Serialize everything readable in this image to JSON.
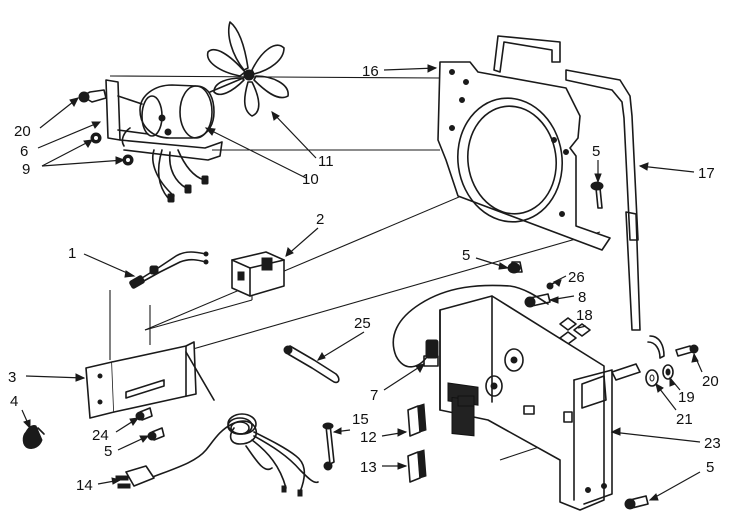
{
  "callouts": [
    {
      "id": "c20a",
      "text": "20"
    },
    {
      "id": "c6",
      "text": "6"
    },
    {
      "id": "c9",
      "text": "9"
    },
    {
      "id": "c10",
      "text": "10"
    },
    {
      "id": "c11",
      "text": "11"
    },
    {
      "id": "c16",
      "text": "16"
    },
    {
      "id": "c17",
      "text": "17"
    },
    {
      "id": "c5a",
      "text": "5"
    },
    {
      "id": "c5b",
      "text": "5"
    },
    {
      "id": "c26",
      "text": "26"
    },
    {
      "id": "c8",
      "text": "8"
    },
    {
      "id": "c18",
      "text": "18"
    },
    {
      "id": "c2",
      "text": "2"
    },
    {
      "id": "c1",
      "text": "1"
    },
    {
      "id": "c25",
      "text": "25"
    },
    {
      "id": "c3",
      "text": "3"
    },
    {
      "id": "c4",
      "text": "4"
    },
    {
      "id": "c24",
      "text": "24"
    },
    {
      "id": "c5c",
      "text": "5"
    },
    {
      "id": "c15",
      "text": "15"
    },
    {
      "id": "c12",
      "text": "12"
    },
    {
      "id": "c13",
      "text": "13"
    },
    {
      "id": "c14",
      "text": "14"
    },
    {
      "id": "c7",
      "text": "7"
    },
    {
      "id": "c20b",
      "text": "20"
    },
    {
      "id": "c19",
      "text": "19"
    },
    {
      "id": "c21",
      "text": "21"
    },
    {
      "id": "c23",
      "text": "23"
    },
    {
      "id": "c5d",
      "text": "5"
    }
  ]
}
